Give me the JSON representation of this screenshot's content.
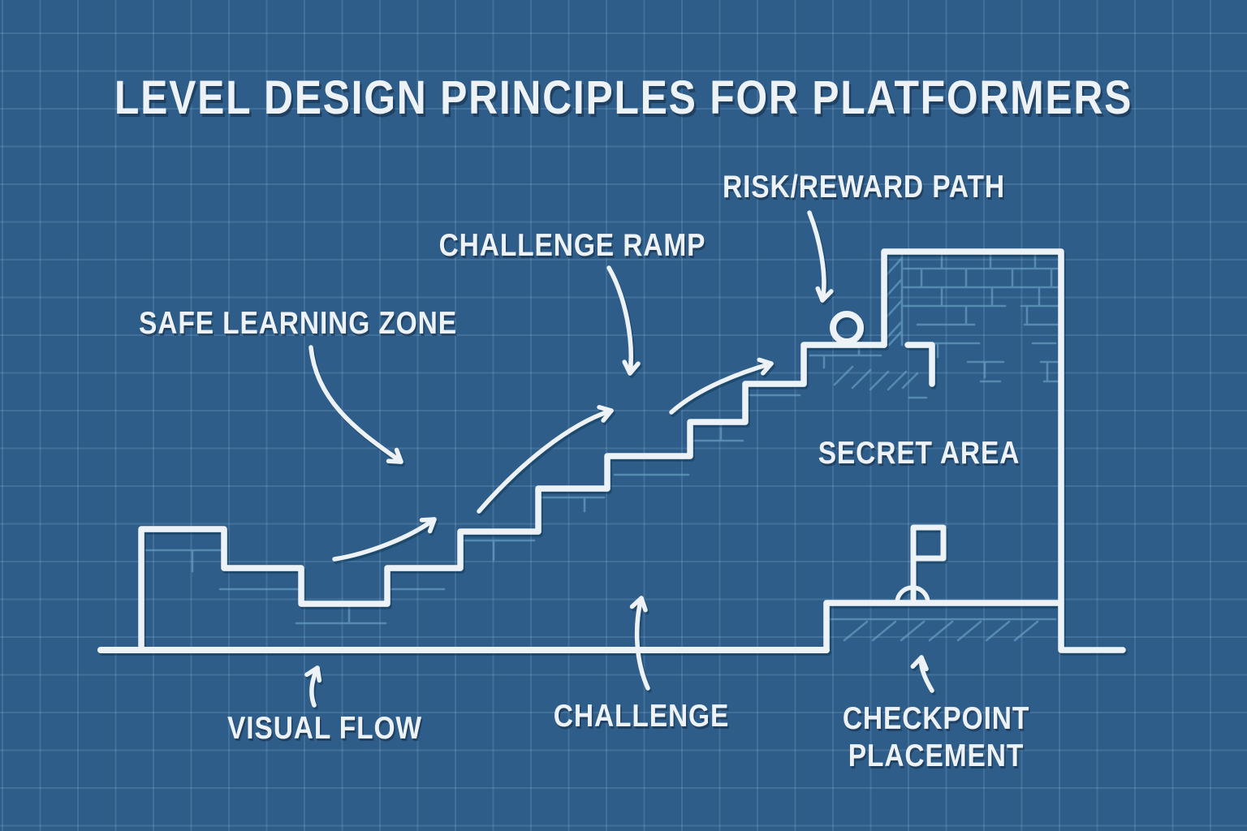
{
  "title": "LEVEL DESIGN PRINCIPLES FOR PLATFORMERS",
  "labels": {
    "safe_learning_zone": "SAFE LEARNING ZONE",
    "challenge_ramp": "CHALLENGE RAMP",
    "risk_reward_path": "RISK/REWARD PATH",
    "secret_area": "SECRET AREA",
    "visual_flow": "VISUAL FLOW",
    "challenge": "CHALLENGE",
    "checkpoint_line1": "CHECKPOINT",
    "checkpoint_line2": "PLACEMENT"
  },
  "icons": {
    "coin": "coin-icon",
    "checkpoint_flag": "checkpoint-flag-icon",
    "arrows": "flow-arrow-icon"
  },
  "colors": {
    "background": "#2e5d89",
    "grid_line": "#3e6f9c",
    "line_white": "#edf2f6",
    "line_accent": "#6fa8cc",
    "text": "#edf2f6"
  }
}
